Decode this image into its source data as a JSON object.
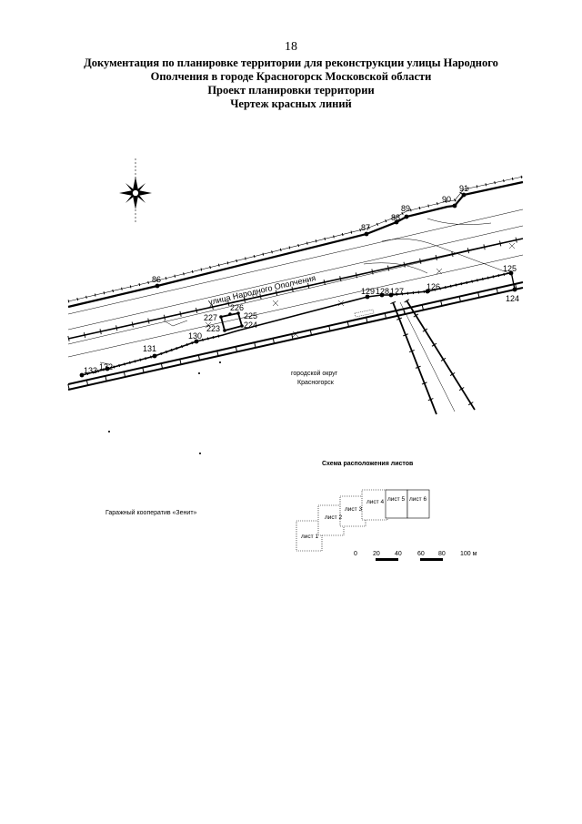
{
  "header": {
    "page_number": "18",
    "title_lines": [
      "Документация по планировке территории для реконструкции улицы Народного",
      "Ополчения в городе Красногорск Московской области",
      "Проект планировки территории",
      "Чертеж красных линий"
    ]
  },
  "map": {
    "street_name": "улица Народного Ополчения",
    "district_line1": "городской округ",
    "district_line2": "Красногорск",
    "garage_label": "Гаражный кооператив «Зенит»",
    "upper_points": [
      "86",
      "87",
      "88",
      "89",
      "90",
      "91"
    ],
    "lower_points": [
      "133",
      "132",
      "131",
      "130",
      "129",
      "128",
      "127",
      "126",
      "125",
      "124"
    ],
    "block_points": [
      "227",
      "226",
      "225",
      "224",
      "223"
    ]
  },
  "sheet_scheme": {
    "title": "Схема расположения листов",
    "sheets": [
      "лист 1",
      "лист 2",
      "лист 3",
      "лист 4",
      "лист 5",
      "лист 6"
    ]
  },
  "scale_bar": {
    "ticks": [
      "0",
      "20",
      "40",
      "60",
      "80",
      "100 м"
    ]
  }
}
